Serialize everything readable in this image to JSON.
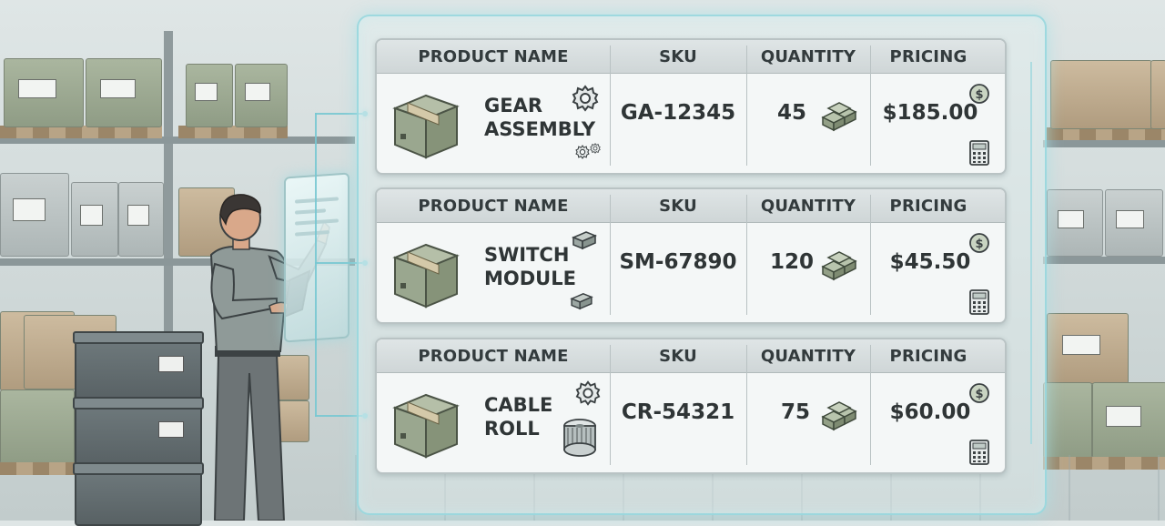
{
  "colors": {
    "panel_glow": "#8fd3da",
    "card_bg": "#f4f7f7",
    "header_bg": "#d7dddf",
    "text": "#2f3536",
    "box_green": "#9aa78f"
  },
  "products": [
    {
      "header": {
        "product_name": "PRODUCT NAME",
        "sku": "SKU",
        "quantity": "QUANTITY",
        "pricing": "PRICING"
      },
      "name_line1": "GEAR",
      "name_line2": "ASSEMBLY",
      "sku": "GA-12345",
      "quantity": "45",
      "price": "$185.00",
      "icons": [
        "box-icon",
        "gear-icon",
        "small-gears-icon",
        "stack-icon",
        "dollar-coin-icon",
        "calculator-icon"
      ]
    },
    {
      "header": {
        "product_name": "PRODUCT NAME",
        "sku": "SKU",
        "quantity": "QUANTITY",
        "pricing": "PRICING"
      },
      "name_line1": "SWITCH",
      "name_line2": "MODULE",
      "sku": "SM-67890",
      "quantity": "120",
      "price": "$45.50",
      "icons": [
        "box-icon",
        "switch-module-icon",
        "stack-icon",
        "dollar-coin-icon",
        "calculator-icon"
      ]
    },
    {
      "header": {
        "product_name": "PRODUCT NAME",
        "sku": "SKU",
        "quantity": "QUANTITY",
        "pricing": "PRICING"
      },
      "name_line1": "CABLE",
      "name_line2": "ROLL",
      "sku": "CR-54321",
      "quantity": "75",
      "price": "$60.00",
      "icons": [
        "box-icon",
        "gear-icon",
        "cable-spool-icon",
        "stack-icon",
        "dollar-coin-icon",
        "calculator-icon"
      ]
    }
  ]
}
